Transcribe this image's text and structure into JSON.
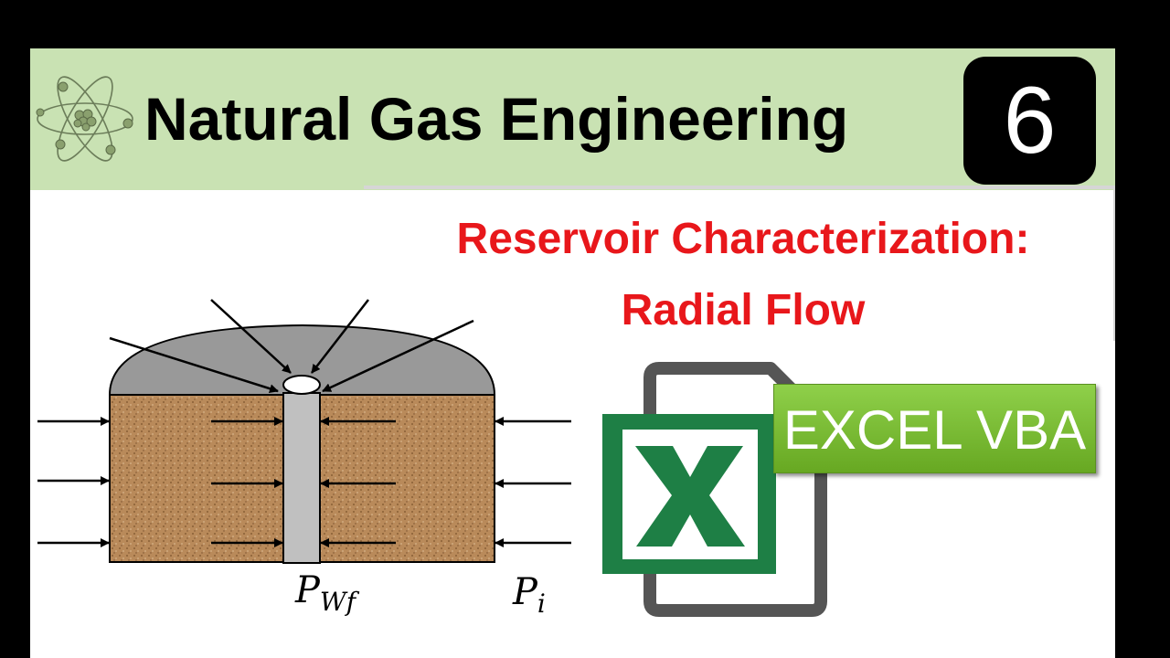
{
  "header": {
    "title": "Natural Gas Engineering",
    "episode_number": "6"
  },
  "subtitle": {
    "line1": "Reservoir Characterization:",
    "line2": "Radial Flow"
  },
  "badge_label": "EXCEL VBA",
  "diagram": {
    "wellbore_pressure": {
      "symbol": "P",
      "subscript": "Wf"
    },
    "initial_pressure": {
      "symbol": "P",
      "subscript": "i"
    }
  },
  "colors": {
    "banner": "#c9e2b3",
    "subtitle": "#e8171b",
    "excel_green": "#1e7f45",
    "vba_green": "#7cbd3a",
    "rock": "#b98a5a",
    "cap": "#999999"
  },
  "icons": [
    "atom-icon",
    "excel-icon"
  ]
}
